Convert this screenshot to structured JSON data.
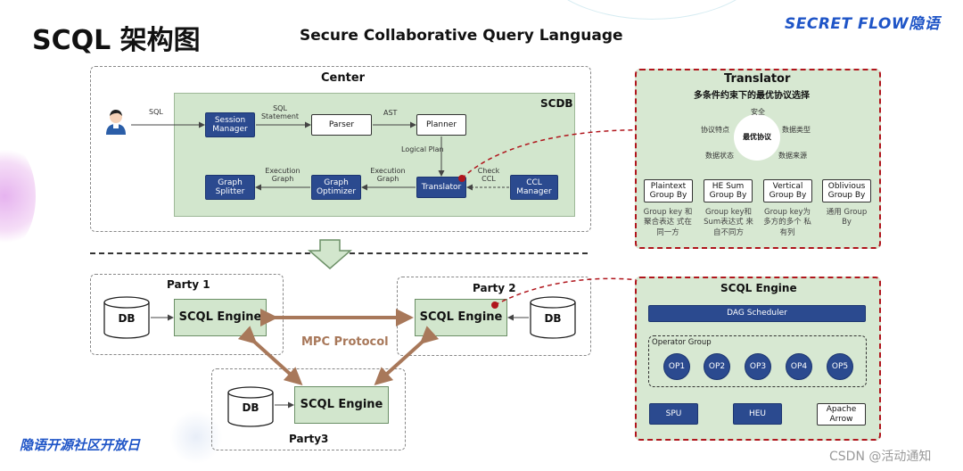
{
  "header": {
    "title": "SCQL 架构图",
    "subtitle": "Secure Collaborative Query Language",
    "brand": "SECRET FLOW隐语"
  },
  "footer": {
    "slogan": "隐语开源社区开放日",
    "watermark": "CSDN @活动通知"
  },
  "center": {
    "label": "Center",
    "scdb_label": "SCDB",
    "sql_label": "SQL",
    "nodes": {
      "session_manager": "Session Manager",
      "parser": "Parser",
      "planner": "Planner",
      "translator": "Translator",
      "ccl_manager": "CCL Manager",
      "graph_optimizer": "Graph Optimizer",
      "graph_splitter": "Graph Splitter"
    },
    "edge_labels": {
      "sql_statement": "SQL Statement",
      "ast": "AST",
      "logical_plan": "Logical Plan",
      "check_ccl": "Check CCL",
      "execution_graph_1": "Execution Graph",
      "execution_graph_2": "Execution Graph"
    }
  },
  "parties": {
    "party1": {
      "label": "Party 1",
      "db": "DB",
      "engine": "SCQL Engine"
    },
    "party2": {
      "label": "Party 2",
      "db": "DB",
      "engine": "SCQL Engine"
    },
    "party3": {
      "label": "Party3",
      "db": "DB",
      "engine": "SCQL Engine"
    },
    "protocol": "MPC Protocol"
  },
  "translator_panel": {
    "title": "Translator",
    "subtitle": "多条件约束下的最优协议选择",
    "center_label": "最优协议",
    "factors": {
      "top": "安全",
      "left_top": "协议特点",
      "right_top": "数据类型",
      "left_bottom": "数据状态",
      "right_bottom": "数据来源"
    },
    "options": [
      {
        "label": "Plaintext Group By",
        "note": "Group key 和聚合表达 式在同一方"
      },
      {
        "label": "HE Sum Group By",
        "note": "Group key和 Sum表达式 来自不同方"
      },
      {
        "label": "Vertical Group By",
        "note": "Group key为 多方的多个 私有列"
      },
      {
        "label": "Oblivious Group By",
        "note": "通用 Group By"
      }
    ]
  },
  "engine_panel": {
    "title": "SCQL Engine",
    "dag_scheduler": "DAG Scheduler",
    "operator_group": "Operator Group",
    "ops": [
      "OP1",
      "OP2",
      "OP3",
      "OP4",
      "OP5"
    ],
    "backends": [
      "SPU",
      "HEU",
      "Apache Arrow"
    ]
  },
  "colors": {
    "navy": "#2b4a8f",
    "green_fill": "#d2e6cd",
    "protocol_brown": "#a8785a",
    "red_dash": "#b0151c"
  }
}
